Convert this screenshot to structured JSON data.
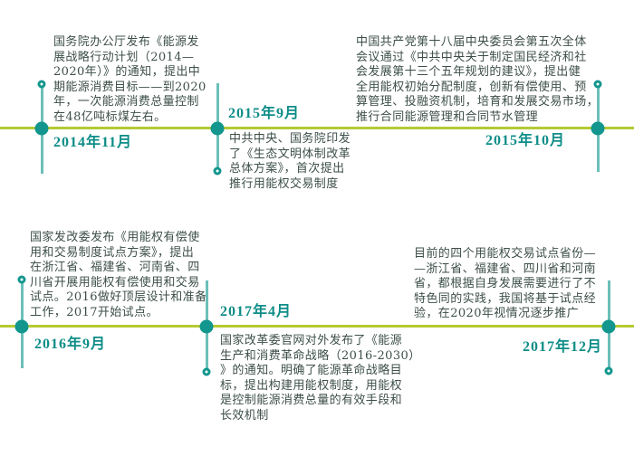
{
  "palette": {
    "timeline_line": "#b4ca32",
    "connector_line": "#6cbfb9",
    "node_fill": "#12968d",
    "date_text": "#0e8d87",
    "body_text": "#3d4f48",
    "background": "#ffffff"
  },
  "events": [
    {
      "id": "2014-11",
      "date": "2014年11月",
      "description_lines": [
        "国务院办公厅发布《能源发",
        "展战略行动计划（2014—",
        "2020年）》的通知，提出中",
        "期能源消费目标——到2020",
        "年，一次能源消费总量控制",
        "在48亿吨标煤左右。"
      ]
    },
    {
      "id": "2015-09",
      "date": "2015年9月",
      "description_lines": [
        "中共中央、国务院印发",
        "了《生态文明体制改革",
        "总体方案》，首次提出",
        "推行用能权交易制度"
      ]
    },
    {
      "id": "2015-10",
      "date": "2015年10月",
      "description_lines": [
        "中国共产党第十八届中央委员会第五次全体",
        "会议通过《中共中央关于制定国民经济和社",
        "会发展第十三个五年规划的建议》，提出健",
        "全用能权初始分配制度，创新有偿使用、预",
        "算管理、投融资机制，培育和发展交易市场，",
        "推行合同能源管理和合同节水管理"
      ]
    },
    {
      "id": "2016-09",
      "date": "2016年9月",
      "description_lines": [
        "国家发改委发布《用能权有偿使",
        "用和交易制度试点方案》，提出",
        "在浙江省、福建省、河南省、四",
        "川省开展用能权有偿使用和交易",
        "试点。2016做好顶层设计和准备",
        "工作，2017开始试点。"
      ]
    },
    {
      "id": "2017-04",
      "date": "2017年4月",
      "description_lines": [
        "国家改革委官网对外发布了《能源",
        "生产和消费革命战略（2016-2030）",
        "》的通知。明确了能源革命战略目",
        "标，提出构建用能权制度，用能权",
        "是控制能源消费总量的有效手段和",
        "长效机制"
      ]
    },
    {
      "id": "2017-12",
      "date": "2017年12月",
      "description_lines": [
        "目前的四个用能权交易试点省份—",
        "—浙江省、福建省、四川省和河南",
        "省，都根据自身发展需要进行了不",
        "特色同的实践，我国将基于试点经",
        "验，在2020年视情况逐步推广"
      ]
    }
  ]
}
